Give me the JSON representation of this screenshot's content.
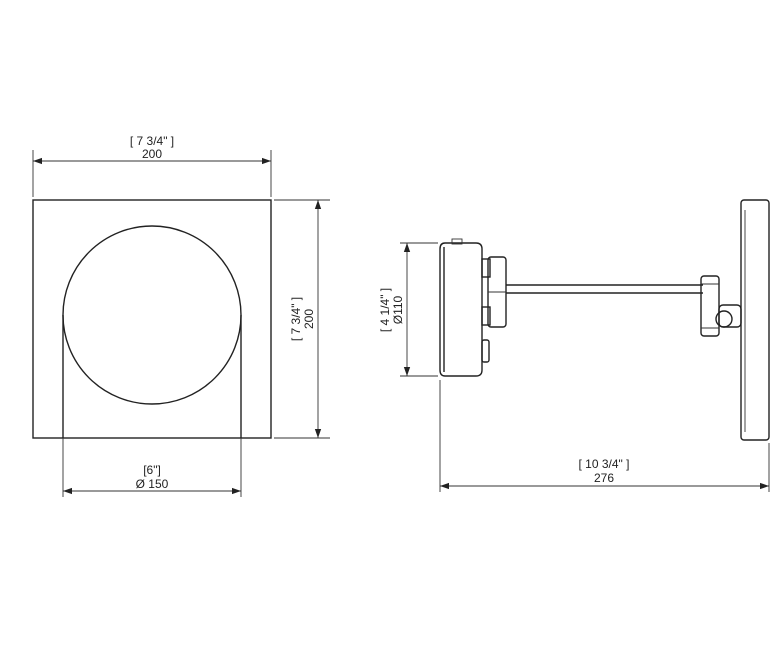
{
  "front_view": {
    "width": {
      "imperial": "[ 7 3/4\" ]",
      "metric": "200"
    },
    "height": {
      "imperial": "[ 7 3/4\" ]",
      "metric": "200"
    },
    "mirror_diameter": {
      "imperial": "[6\"]",
      "metric": "Ø 150"
    }
  },
  "side_view": {
    "head_diameter": {
      "imperial": "[ 4 1/4\" ]",
      "metric": "Ø110"
    },
    "projection": {
      "imperial": "[ 10 3/4\" ]",
      "metric": "276"
    }
  }
}
